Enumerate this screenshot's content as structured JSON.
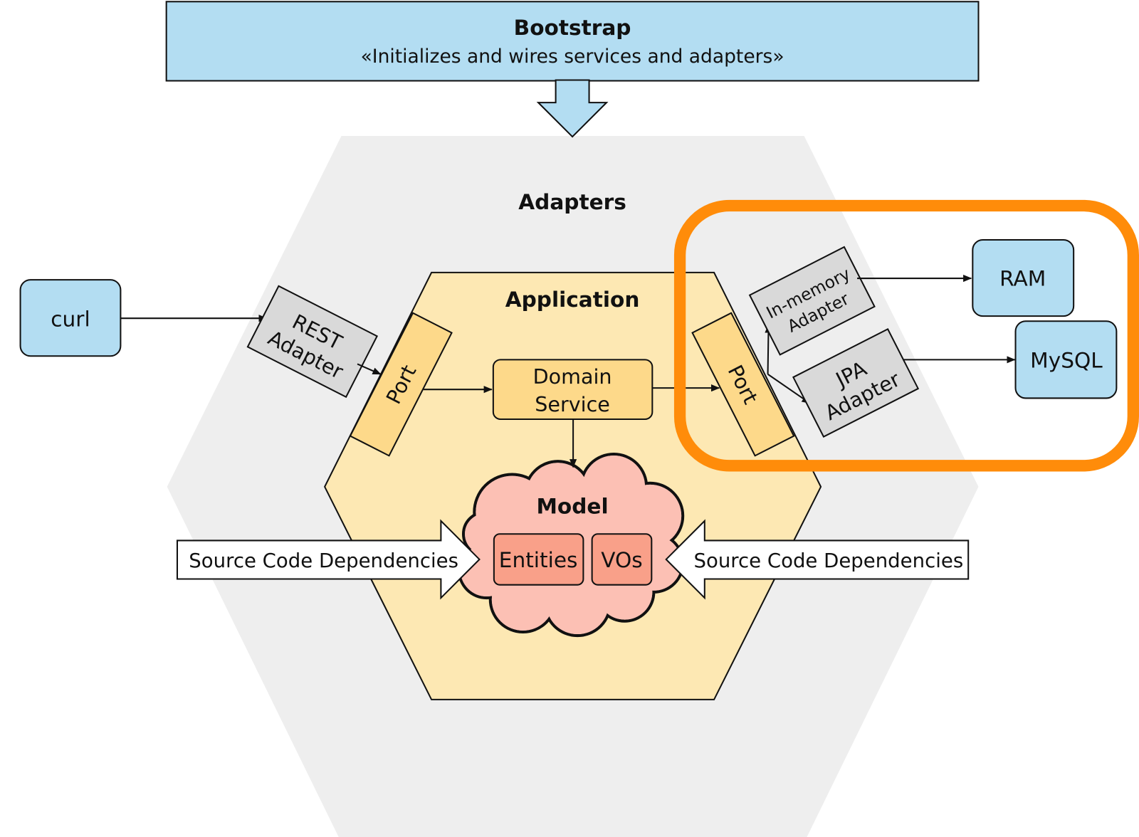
{
  "bootstrap": {
    "title": "Bootstrap",
    "subtitle": "«Initializes and wires services and adapters»"
  },
  "adapters": {
    "title": "Adapters"
  },
  "application": {
    "title": "Application"
  },
  "external": {
    "curl": "curl",
    "ram": "RAM",
    "mysql": "MySQL"
  },
  "rest_adapter": {
    "line1": "REST",
    "line2": "Adapter"
  },
  "in_memory_adapter": {
    "line1": "In-memory",
    "line2": "Adapter"
  },
  "jpa_adapter": {
    "line1": "JPA",
    "line2": "Adapter"
  },
  "ports": {
    "left": "Port",
    "right": "Port"
  },
  "domain_service": {
    "line1": "Domain",
    "line2": "Service"
  },
  "model": {
    "title": "Model",
    "entities": "Entities",
    "vos": "VOs"
  },
  "dependencies": {
    "left": "Source Code Dependencies",
    "right": "Source Code Dependencies"
  },
  "colors": {
    "bootstrap_fill": "#b3ddf2",
    "adapters_fill": "#eeeeee",
    "application_fill": "#fde8b3",
    "port_fill": "#fdd98a",
    "adapter_fill": "#d9d9d9",
    "model_fill": "#fcc0b4",
    "entity_fill": "#f9a089",
    "highlight": "#ff8c0a"
  }
}
